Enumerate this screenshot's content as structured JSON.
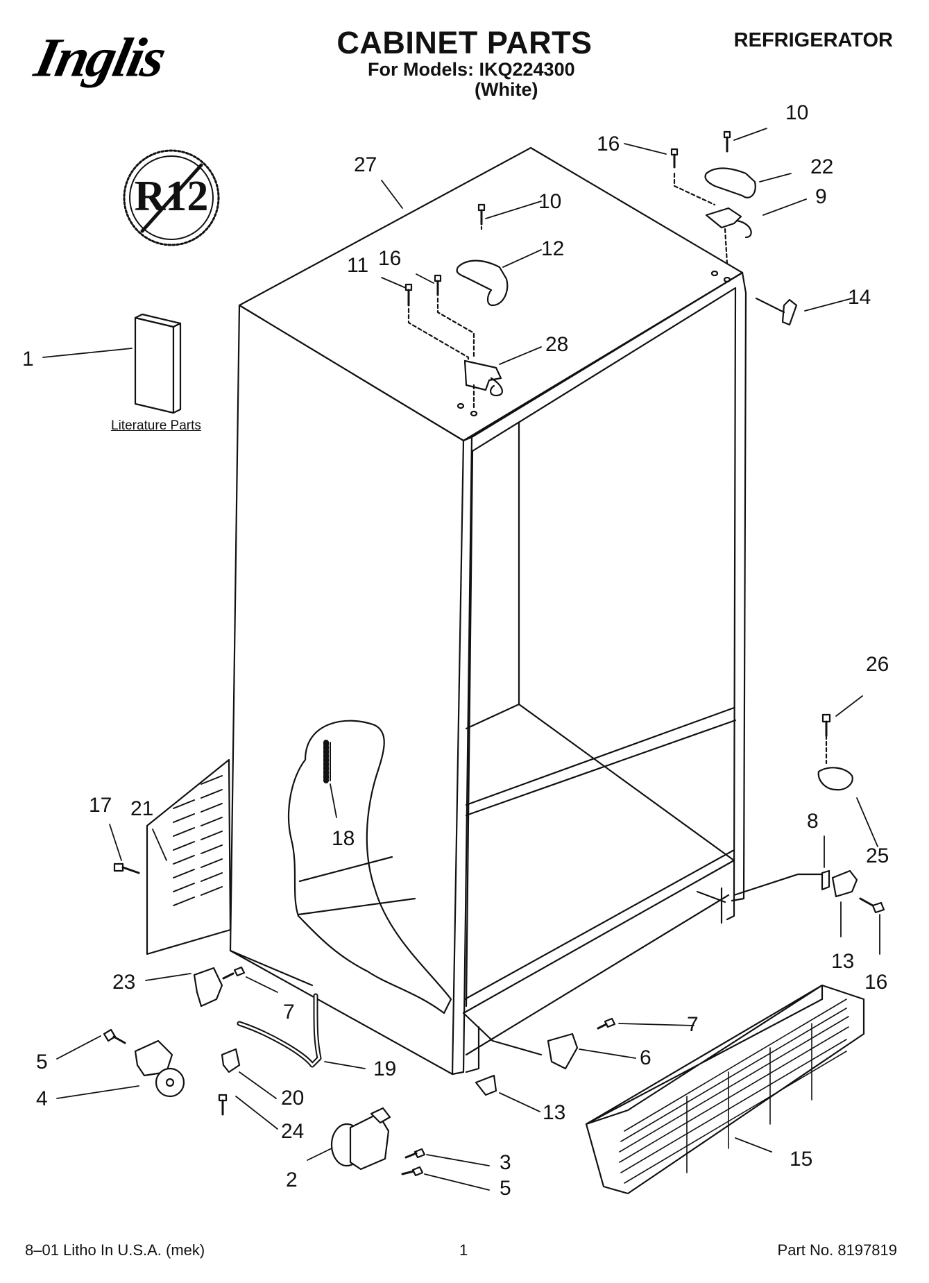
{
  "header": {
    "brand": "Inglis",
    "title": "CABINET PARTS",
    "models_line": "For Models: IKQ224300",
    "variant": "(White)",
    "appliance": "REFRIGERATOR"
  },
  "badge": {
    "text": "R12"
  },
  "literature_label": "Literature Parts",
  "callouts": [
    "1",
    "2",
    "3",
    "4",
    "5",
    "5",
    "6",
    "7",
    "7",
    "8",
    "9",
    "10",
    "10",
    "11",
    "12",
    "13",
    "13",
    "14",
    "15",
    "16",
    "16",
    "16",
    "17",
    "18",
    "19",
    "20",
    "21",
    "22",
    "23",
    "24",
    "25",
    "26",
    "27",
    "28"
  ],
  "footer": {
    "left": "8–01 Litho In U.S.A. (mek)",
    "page": "1",
    "part_no": "Part No. 8197819"
  }
}
